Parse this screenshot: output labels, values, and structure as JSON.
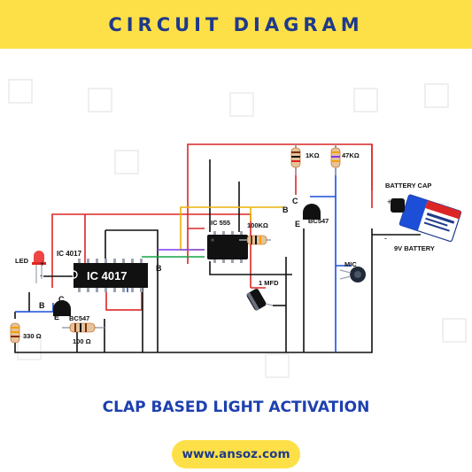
{
  "header": {
    "title": "CIRCUIT DIAGRAM"
  },
  "labels": {
    "led": "LED",
    "led_plus": "+",
    "led_minus": "-",
    "ic4017_caption": "IC 4017",
    "ic4017_body": "IC 4017",
    "ic555_caption": "IC 555",
    "resistor_100k": "100KΩ",
    "resistor_1k": "1KΩ",
    "resistor_47k": "47KΩ",
    "resistor_330": "330 Ω",
    "resistor_100": "100 Ω",
    "transistor_left": "BC547",
    "transistor_right": "BC547",
    "pin_b_left": "B",
    "pin_c_left": "C",
    "pin_e_left": "E",
    "pin_b_right": "B",
    "pin_c_right": "C",
    "pin_e_right": "E",
    "wire_b": "B",
    "capacitor": "1 MFD",
    "mic": "MIC",
    "battery_cap": "BATTERY CAP",
    "battery": "9V BATTERY",
    "bat_plus": "+",
    "bat_minus": "-"
  },
  "footer": {
    "title": "CLAP BASED LIGHT ACTIVATION",
    "url": "www.ansoz.com"
  },
  "colors": {
    "banner": "#fde047",
    "heading": "#1e3a8a",
    "wire_red": "#dc2626",
    "wire_black": "#111111",
    "wire_blue": "#1d4ed8",
    "wire_yellow": "#eab308",
    "wire_purple": "#7c3aed",
    "wire_green": "#16a34a"
  }
}
